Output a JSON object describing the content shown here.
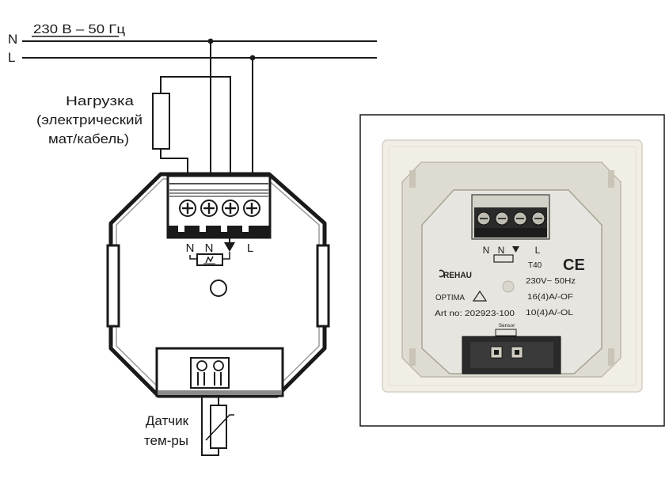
{
  "supply": {
    "label": "230 В – 50 Гц",
    "line_n": "N",
    "line_l": "L"
  },
  "load": {
    "line1": "Нагрузка",
    "line2": "(электрический",
    "line3": "мат/кабель)"
  },
  "sensor": {
    "line1": "Датчик",
    "line2": "тем-ры"
  },
  "terminals": [
    "N",
    "N",
    "L"
  ],
  "device_photo": {
    "brand": "REHAU",
    "model_code": "T40",
    "voltage": "230V~ 50Hz",
    "rating_of": "16(4)A/-OF",
    "rating_ol": "10(4)A/-OL",
    "product": "OPTIMA",
    "article": "Art no: 202923-100",
    "sensor_label": "Sensor",
    "terminals": [
      "N",
      "N",
      "L"
    ],
    "ce_mark": "CE"
  }
}
